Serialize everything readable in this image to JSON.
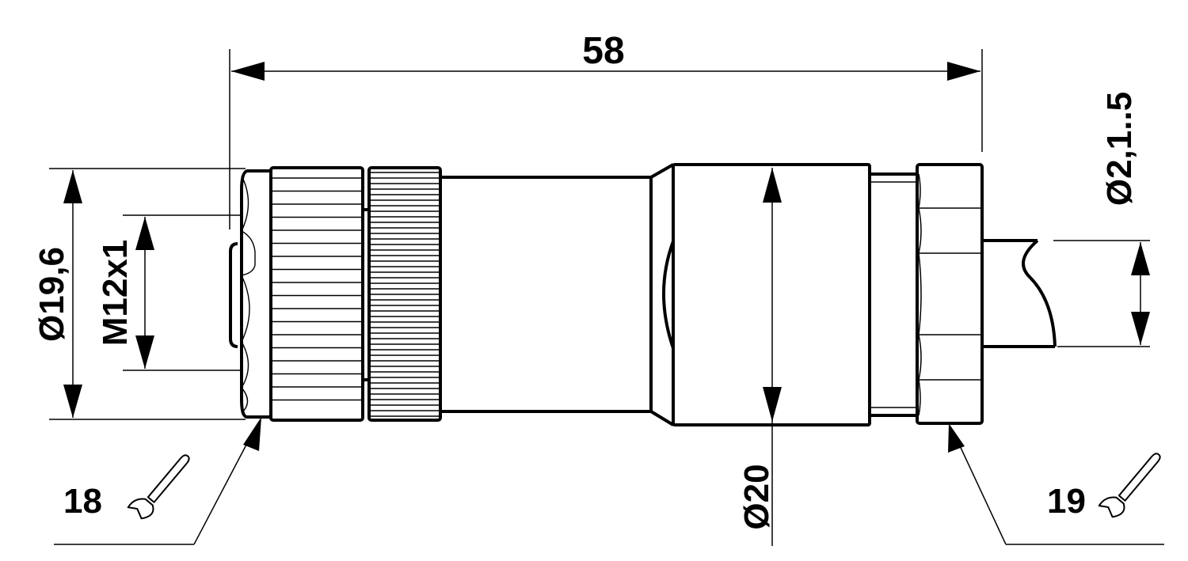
{
  "dimensions": {
    "overall_length": "58",
    "outer_diameter_left": "Ø19,6",
    "thread": "M12x1",
    "body_diameter": "Ø20",
    "cable_diameter": "Ø2,1..5"
  },
  "wrench_sizes": {
    "left": "18",
    "right": "19"
  }
}
